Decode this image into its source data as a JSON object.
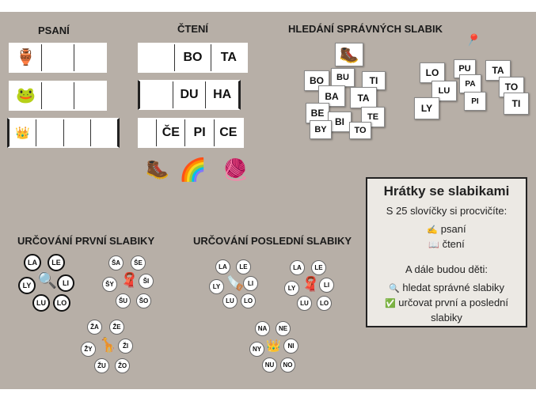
{
  "sections": {
    "writing": {
      "title": "PSANÍ",
      "icons": [
        "vase-icon",
        "frog-icon",
        "crown-icon"
      ]
    },
    "reading": {
      "title": "ČTENÍ",
      "rows": [
        [
          "",
          "BO",
          "TA"
        ],
        [
          "",
          "DU",
          "HA"
        ],
        [
          "",
          "ČE",
          "PI",
          "CE"
        ]
      ],
      "bottom_icons": [
        "boot-icon",
        "rainbow-icon",
        "hat-icon"
      ]
    },
    "search": {
      "title": "HLEDÁNÍ SPRÁVNÝCH SLABIK",
      "group_left": [
        "BO",
        "BU",
        "TI",
        "BA",
        "TA",
        "BE",
        "BI",
        "TE",
        "BY",
        "TO"
      ],
      "group_right": [
        "LO",
        "PU",
        "TA",
        "LU",
        "PA",
        "TO",
        "LY",
        "PI",
        "TI"
      ]
    },
    "first_syllable": {
      "title": "URČOVÁNÍ PRVNÍ SLABIKY",
      "clusters": [
        [
          "LA",
          "LE",
          "LY",
          "LI",
          "LU",
          "LO"
        ],
        [
          "ŠA",
          "ŠE",
          "ŠY",
          "ŠI",
          "ŠU",
          "ŠO"
        ],
        [
          "ŽA",
          "ŽE",
          "ŽY",
          "ŽI",
          "ŽU",
          "ŽO"
        ]
      ]
    },
    "last_syllable": {
      "title": "URČOVÁNÍ POSLEDNÍ SLABIKY",
      "clusters": [
        [
          "LA",
          "LE",
          "LY",
          "LI",
          "LU",
          "LO"
        ],
        [
          "LA",
          "LE",
          "LY",
          "LI",
          "LU",
          "LO"
        ],
        [
          "NA",
          "NE",
          "NY",
          "NI",
          "NU",
          "NO"
        ]
      ]
    }
  },
  "info": {
    "heading": "Hrátky se slabikami",
    "line1": "S 25 slovíčky si procvičíte:",
    "item_writing": "psaní",
    "item_reading": "čtení",
    "line2": "A dále budou děti:",
    "item_search": "hledat správné slabiky",
    "item_classify": "určovat první a poslední slabiky"
  }
}
